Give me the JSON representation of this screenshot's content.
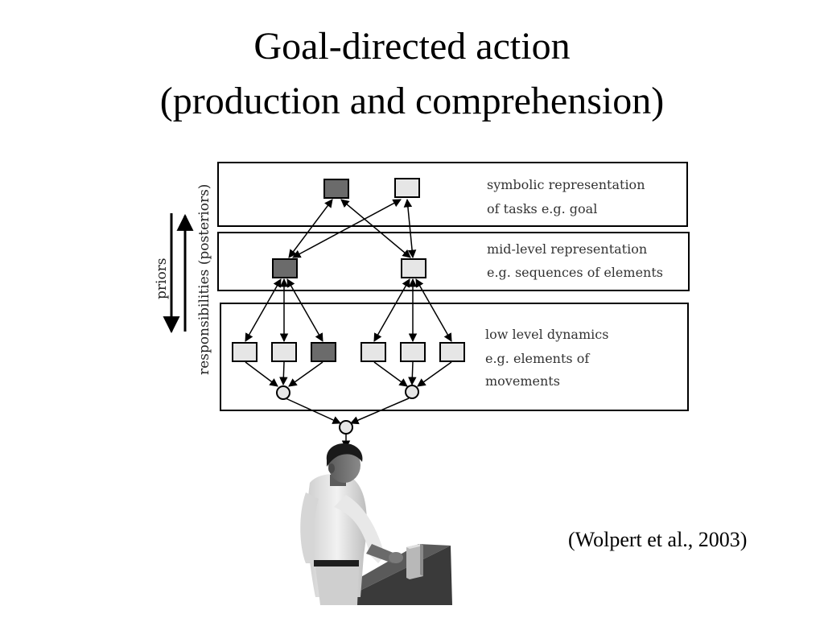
{
  "title": {
    "line1": "Goal-directed action",
    "line2": "(production and comprehension)"
  },
  "levels": {
    "top": {
      "line1": "symbolic representation",
      "line2": "of tasks e.g. goal"
    },
    "mid": {
      "line1": "mid-level representation",
      "line2": "e.g. sequences of elements"
    },
    "low": {
      "line1": "low level dynamics",
      "line2": "e.g. elements of",
      "line3": "movements"
    }
  },
  "side_labels": {
    "down": "priors",
    "up": "responsibilities (posteriors)"
  },
  "citation": "(Wolpert et al., 2003)",
  "colors": {
    "dark_node": "#6b6b6b",
    "light_node": "#e6e6e6",
    "stroke": "#000000"
  }
}
